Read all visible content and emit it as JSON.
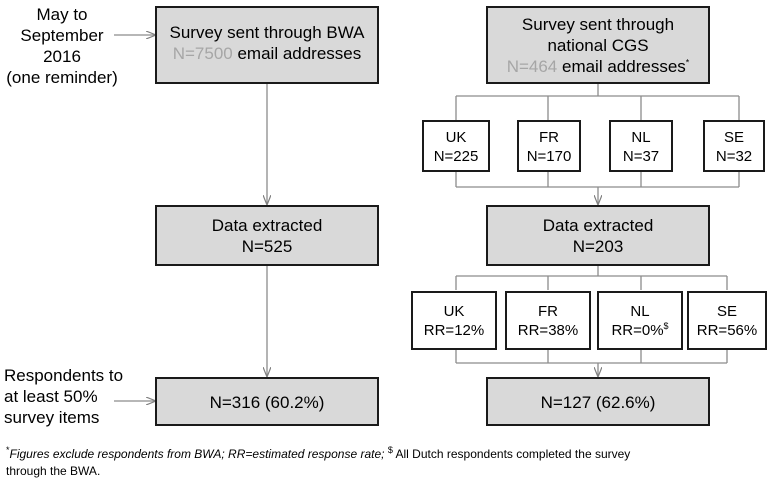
{
  "left_note": {
    "lines": [
      "May to",
      "September",
      "2016",
      "(one reminder)"
    ]
  },
  "bottom_note": {
    "lines": [
      "Respondents to",
      "at least 50%",
      "survey items"
    ]
  },
  "left_column": {
    "survey": {
      "title": "Survey sent through BWA",
      "n": "N=7500",
      "suffix": " email addresses"
    },
    "extracted": {
      "title": "Data extracted",
      "n": "N=525"
    },
    "final": {
      "text": "N=316 (60.2%)"
    }
  },
  "right_column": {
    "survey": {
      "title_line1": "Survey sent through",
      "title_line2": "national CGS",
      "n": "N=464",
      "suffix": " email addresses",
      "sup": "*"
    },
    "countries": [
      {
        "code": "UK",
        "n": "N=225"
      },
      {
        "code": "FR",
        "n": "N=170"
      },
      {
        "code": "NL",
        "n": "N=37"
      },
      {
        "code": "SE",
        "n": "N=32"
      }
    ],
    "extracted": {
      "title": "Data extracted",
      "n": "N=203"
    },
    "rates": [
      {
        "code": "UK",
        "rr": "RR=12%",
        "sup": ""
      },
      {
        "code": "FR",
        "rr": "RR=38%",
        "sup": ""
      },
      {
        "code": "NL",
        "rr": "RR=0%",
        "sup": "$"
      },
      {
        "code": "SE",
        "rr": "RR=56%",
        "sup": ""
      }
    ],
    "final": {
      "text": "N=127 (62.6%)"
    }
  },
  "footnote": {
    "sup1": "*",
    "italic": "Figures exclude respondents from BWA; RR=estimated response rate;",
    "sup2": "$",
    "rest_line1": " All Dutch respondents completed the survey",
    "rest_line2": "through the BWA."
  }
}
